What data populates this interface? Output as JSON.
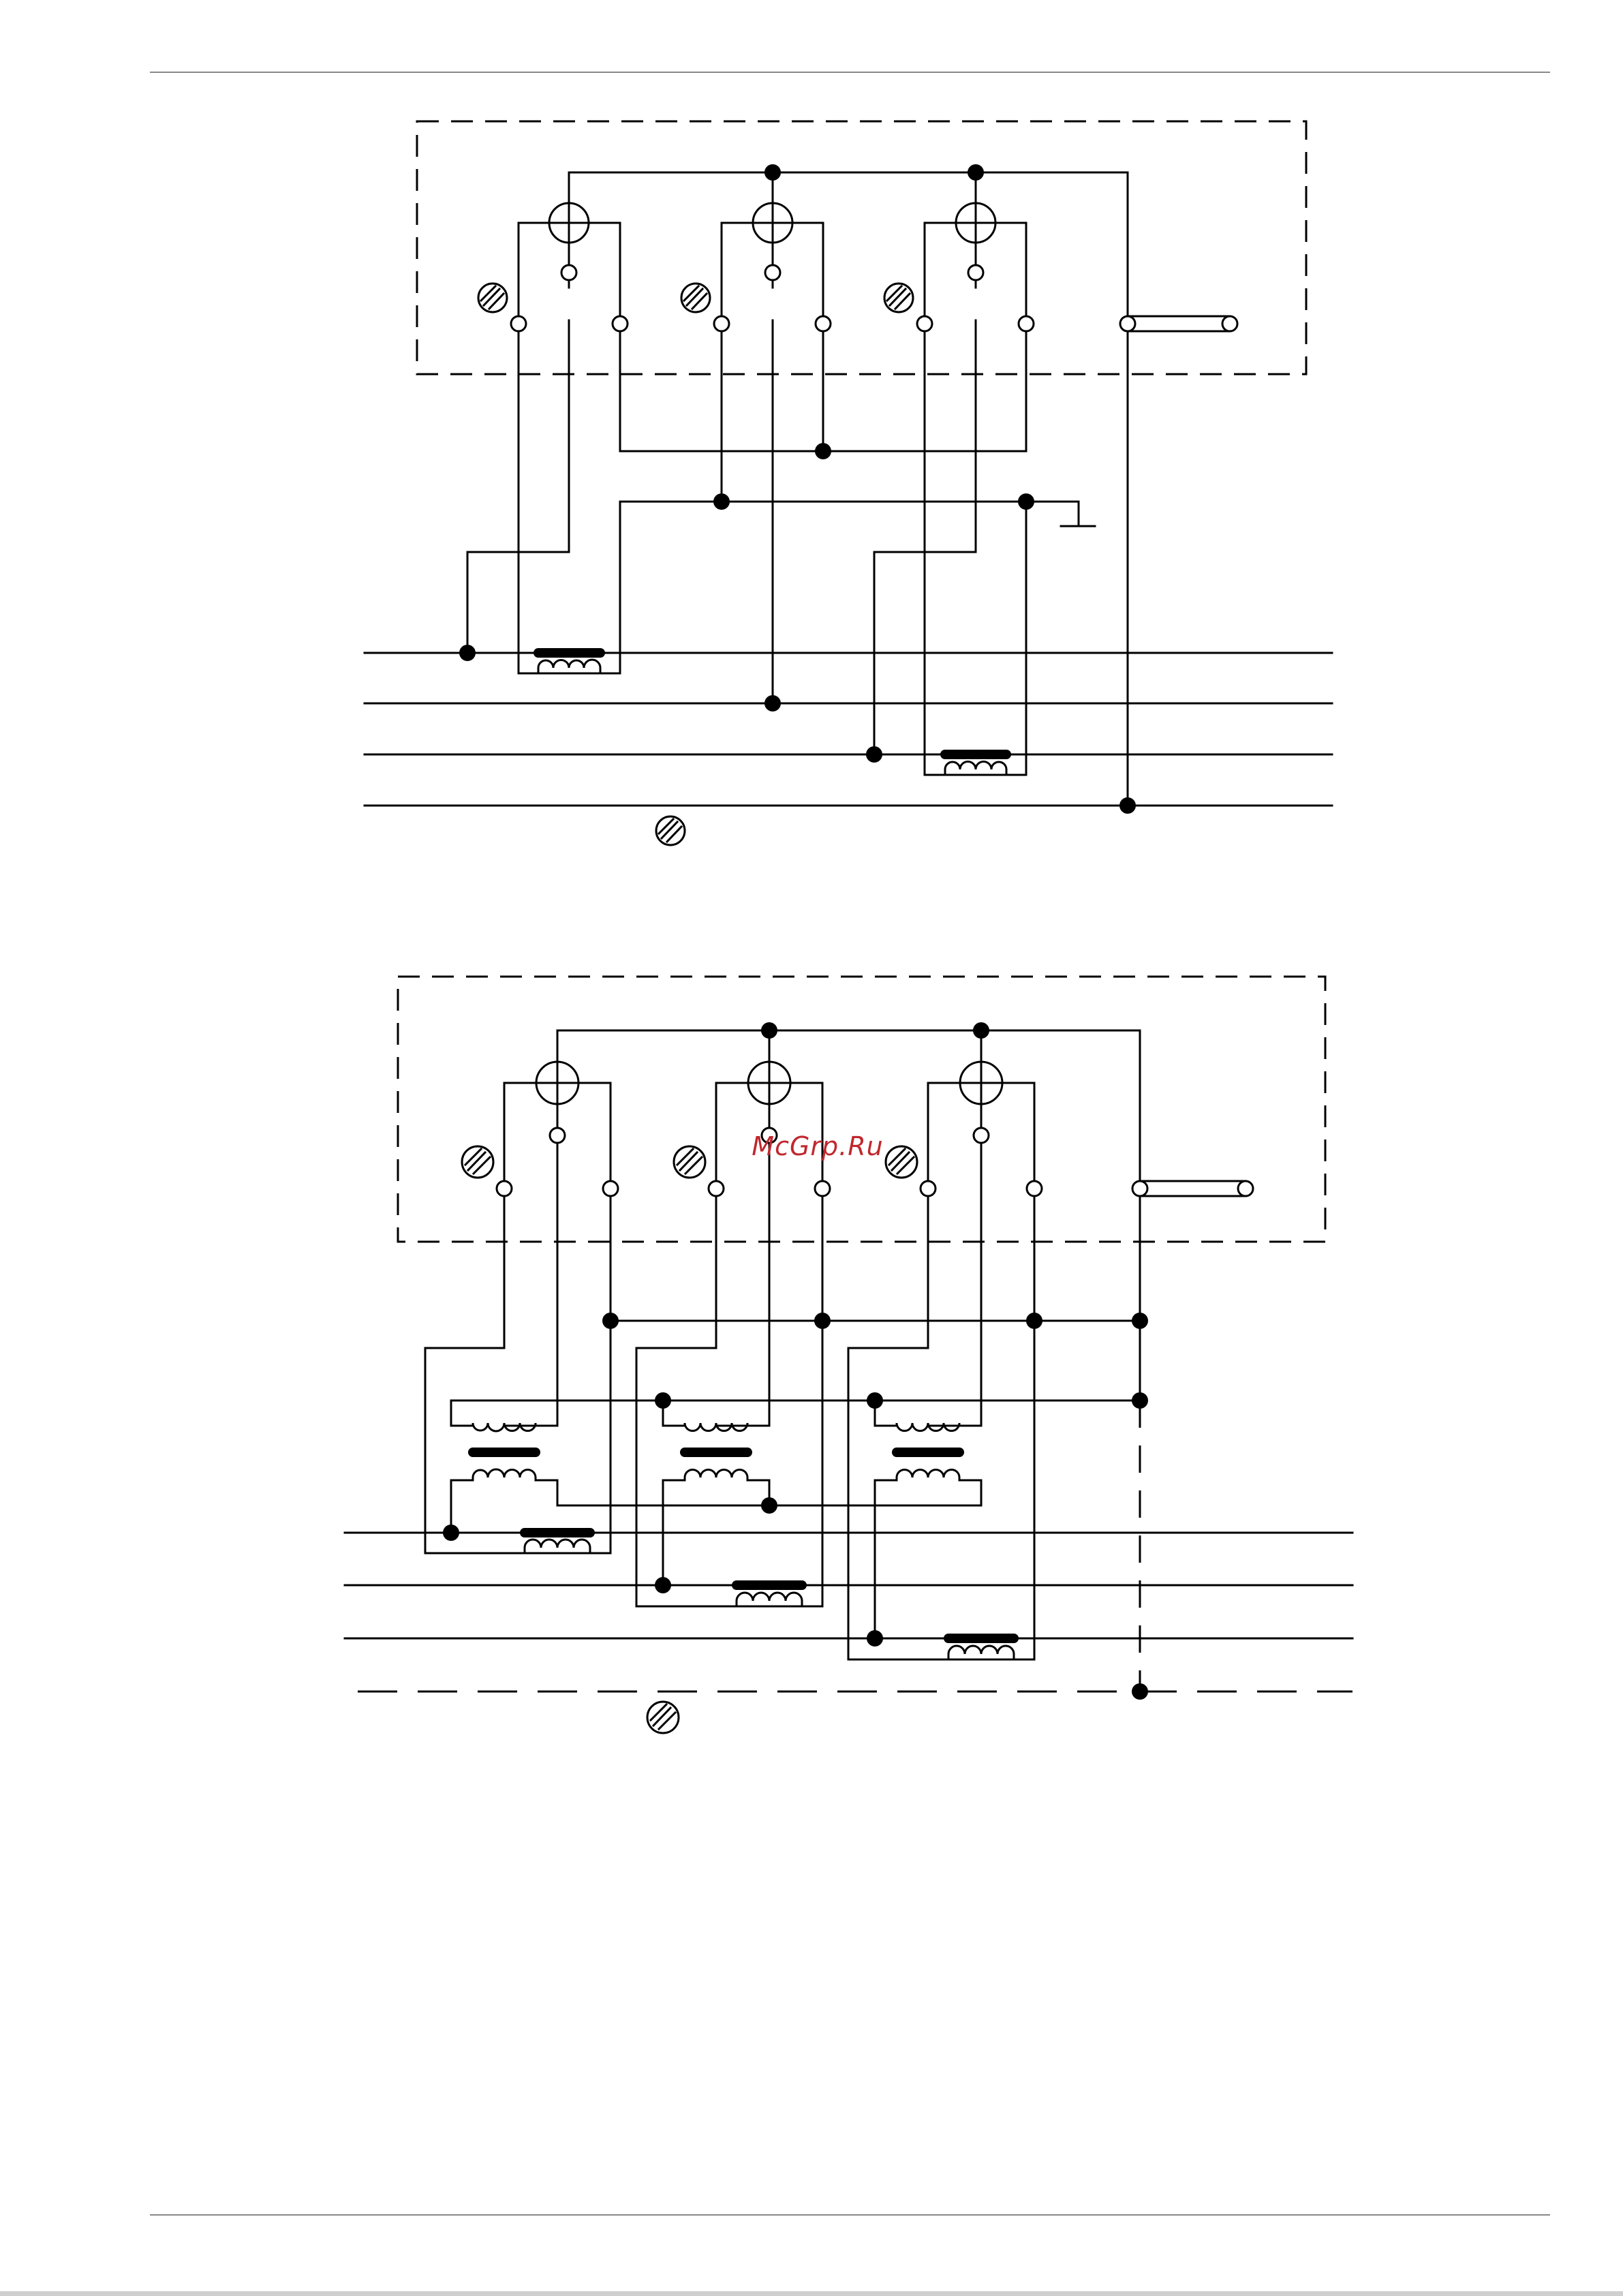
{
  "watermark": {
    "text": "McGrp.Ru",
    "color": "#c0282d"
  },
  "colors": {
    "ink": "#000000",
    "page_rules": "#888888",
    "background": "#ffffff"
  },
  "diagrams": [
    {
      "name": "upper-meter-connection-scheme",
      "meter_elements": 3,
      "bus_lines": 4,
      "current_transformers": 2,
      "voltage_transformers": 0,
      "neutral_bus_dashed": false,
      "icons": [
        "pull-direction-icon",
        "measuring-element-icon",
        "ground-symbol-icon",
        "seal-icon",
        "cable-lead-icon"
      ]
    },
    {
      "name": "lower-meter-connection-scheme",
      "meter_elements": 3,
      "bus_lines": 4,
      "current_transformers": 3,
      "voltage_transformers": 3,
      "neutral_bus_dashed": true,
      "icons": [
        "pull-direction-icon",
        "measuring-element-icon",
        "seal-icon",
        "cable-lead-icon"
      ]
    }
  ]
}
